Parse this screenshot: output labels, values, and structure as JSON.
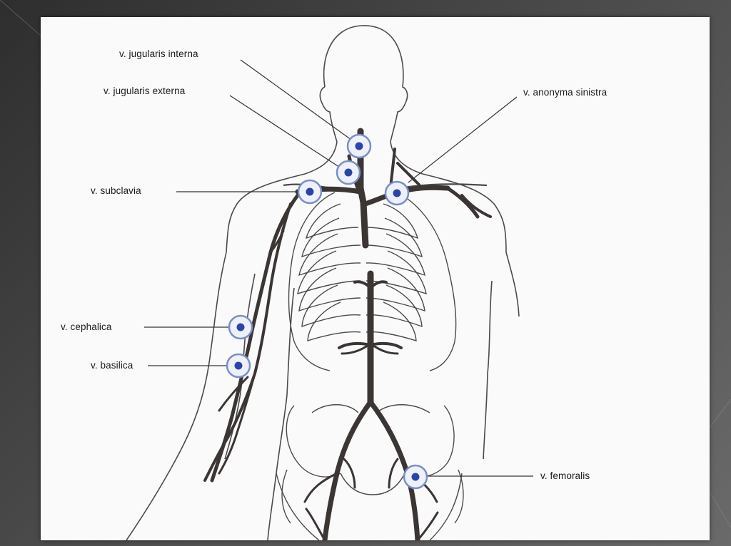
{
  "labels": {
    "jugularis_interna": "v. jugularis interna",
    "jugularis_externa": "v. jugularis externa",
    "anonyma_sinistra": "v. anonyma sinistra",
    "subclavia": "v. subclavia",
    "cephalica": "v. cephalica",
    "basilica": "v. basilica",
    "femoralis": "v. femoralis"
  },
  "colors": {
    "vein": "#3b3534",
    "outline": "#4a4a4a",
    "marker_ring": "#7a8fc8",
    "marker_dot": "#2a44a8"
  }
}
